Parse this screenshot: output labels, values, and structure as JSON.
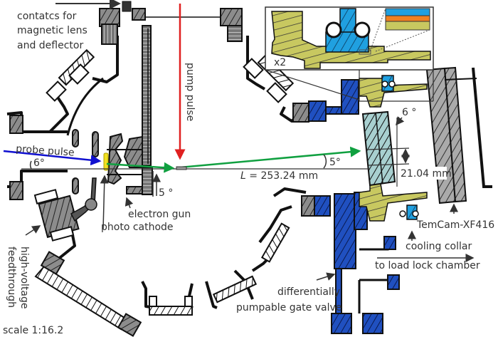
{
  "labels": {
    "contacts_line1": "contatcs for",
    "contacts_line2": "magnetic lens",
    "contacts_line3": "and deflector",
    "pump_pulse": "pump pulse",
    "probe_pulse": "probe pulse",
    "angle_probe": "6°",
    "angle_gun": "5 °",
    "angle_beam": "5°",
    "angle_detector": "6 °",
    "length": "L = 253.24 mm",
    "length_var": "L",
    "length_val": " = 253.24 mm",
    "spot_size": "21.04 mm",
    "electron_gun": "electron gun",
    "photo_cathode": "photo cathode",
    "hv_line1": "high-voltage",
    "hv_line2": "feedthrough",
    "gate_line1": "differentially",
    "gate_line2": "pumpable gate valve",
    "camera": "TemCam-XF416",
    "cooling_collar": "cooling collar",
    "load_lock": "to load lock chamber",
    "scale": "scale 1:16.2",
    "inset_zoom": "x2"
  },
  "colors": {
    "pump": "#e02020",
    "probe": "#1010d0",
    "electron": "#10a040",
    "cathode": "#f0e020",
    "gate_valve": "#2050c0",
    "cooling": "#20a0e0",
    "collar_yellow": "#c8c860",
    "layer_orange": "#f08020",
    "screen": "#a8d0d0",
    "hatch_gray": "#888888"
  }
}
